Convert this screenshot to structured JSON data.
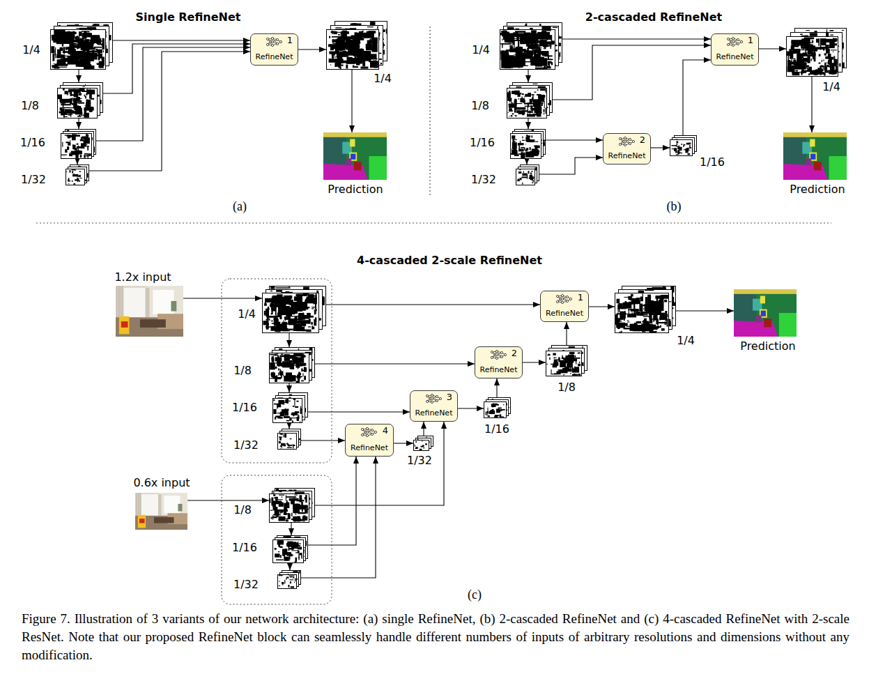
{
  "diagram": {
    "caption": "Figure 7. Illustration of 3 variants of our network architecture: (a) single RefineNet, (b) 2-cascaded RefineNet and (c) 4-cascaded RefineNet with 2-scale ResNet. Note that our proposed RefineNet block can seamlessly handle different numbers of inputs of arbitrary resolutions and dimensions without any modification.",
    "nodes": [
      {
        "text": [
          "1/4"
        ]
      },
      {
        "text": [
          "1/8"
        ]
      },
      {
        "text": [
          "1/16"
        ]
      },
      {
        "text": [
          "1/32"
        ]
      },
      {
        "text": [
          "1",
          "RefineNet"
        ]
      },
      {
        "text": [
          "1/4"
        ]
      },
      {
        "text": [
          "Prediction"
        ]
      },
      {
        "text": [
          "1/4"
        ]
      },
      {
        "text": [
          "1/8"
        ]
      },
      {
        "text": [
          "1/16"
        ]
      },
      {
        "text": [
          "1/32"
        ]
      },
      {
        "text": [
          "2",
          "RefineNet"
        ]
      },
      {
        "text": [
          "1/16"
        ]
      },
      {
        "text": [
          "1",
          "RefineNet"
        ]
      },
      {
        "text": [
          "1/4"
        ]
      },
      {
        "text": [
          "Prediction"
        ]
      },
      {
        "text": [
          "1.2x input"
        ]
      },
      {
        "text": [
          "1/4"
        ]
      },
      {
        "text": [
          "1/8"
        ]
      },
      {
        "text": [
          "1/16"
        ]
      },
      {
        "text": [
          "1/32"
        ]
      },
      {
        "text": [
          "0.6x input"
        ]
      },
      {
        "text": [
          "1/8"
        ]
      },
      {
        "text": [
          "1/16"
        ]
      },
      {
        "text": [
          "1/32"
        ]
      },
      {
        "text": [
          "4",
          "RefineNet"
        ]
      },
      {
        "text": [
          "1/32"
        ]
      },
      {
        "text": [
          "3",
          "RefineNet"
        ]
      },
      {
        "text": [
          "1/16"
        ]
      },
      {
        "text": [
          "2",
          "RefineNet"
        ]
      },
      {
        "text": [
          "1/8"
        ]
      },
      {
        "text": [
          "1",
          "RefineNet"
        ]
      },
      {
        "text": [
          "1/4"
        ]
      },
      {
        "text": [
          "Prediction"
        ]
      }
    ],
    "edges": [
      {
        "from": 0,
        "to": 1,
        "arrow": "to"
      },
      {
        "from": 1,
        "to": 2,
        "arrow": "to"
      },
      {
        "from": 2,
        "to": 3,
        "arrow": "to"
      },
      {
        "from": 0,
        "to": 4,
        "arrow": "to"
      },
      {
        "from": 1,
        "to": 4,
        "arrow": "to"
      },
      {
        "from": 2,
        "to": 4,
        "arrow": "to"
      },
      {
        "from": 3,
        "to": 4,
        "arrow": "to"
      },
      {
        "from": 4,
        "to": 5,
        "arrow": "to"
      },
      {
        "from": 5,
        "to": 6,
        "arrow": "to"
      },
      {
        "from": 7,
        "to": 8,
        "arrow": "to"
      },
      {
        "from": 8,
        "to": 9,
        "arrow": "to"
      },
      {
        "from": 9,
        "to": 10,
        "arrow": "to"
      },
      {
        "from": 7,
        "to": 13,
        "arrow": "to"
      },
      {
        "from": 8,
        "to": 13,
        "arrow": "to"
      },
      {
        "from": 9,
        "to": 11,
        "arrow": "to"
      },
      {
        "from": 10,
        "to": 11,
        "arrow": "to"
      },
      {
        "from": 11,
        "to": 12,
        "arrow": "to"
      },
      {
        "from": 12,
        "to": 13,
        "arrow": "to"
      },
      {
        "from": 13,
        "to": 14,
        "arrow": "to"
      },
      {
        "from": 14,
        "to": 15,
        "arrow": "to"
      },
      {
        "from": 16,
        "to": 17,
        "arrow": "to"
      },
      {
        "from": 17,
        "to": 18,
        "arrow": "to"
      },
      {
        "from": 18,
        "to": 19,
        "arrow": "to"
      },
      {
        "from": 19,
        "to": 20,
        "arrow": "to"
      },
      {
        "from": 21,
        "to": 22,
        "arrow": "to"
      },
      {
        "from": 22,
        "to": 23,
        "arrow": "to"
      },
      {
        "from": 23,
        "to": 24,
        "arrow": "to"
      },
      {
        "from": 20,
        "to": 25,
        "arrow": "to"
      },
      {
        "from": 23,
        "to": 25,
        "arrow": "to"
      },
      {
        "from": 24,
        "to": 25,
        "arrow": "to"
      },
      {
        "from": 25,
        "to": 26,
        "arrow": "to"
      },
      {
        "from": 26,
        "to": 27,
        "arrow": "to"
      },
      {
        "from": 19,
        "to": 27,
        "arrow": "to"
      },
      {
        "from": 22,
        "to": 27,
        "arrow": "to"
      },
      {
        "from": 27,
        "to": 28,
        "arrow": "to"
      },
      {
        "from": 28,
        "to": 29,
        "arrow": "to"
      },
      {
        "from": 18,
        "to": 29,
        "arrow": "to"
      },
      {
        "from": 29,
        "to": 30,
        "arrow": "to"
      },
      {
        "from": 30,
        "to": 31,
        "arrow": "to"
      },
      {
        "from": 17,
        "to": 31,
        "arrow": "to"
      },
      {
        "from": 31,
        "to": 32,
        "arrow": "to"
      },
      {
        "from": 32,
        "to": 33,
        "arrow": "to"
      }
    ],
    "labels": [
      "Single RefineNet",
      "(a)",
      "2-cascaded RefineNet",
      "(b)",
      "4-cascaded 2-scale RefineNet",
      "(c)"
    ]
  }
}
